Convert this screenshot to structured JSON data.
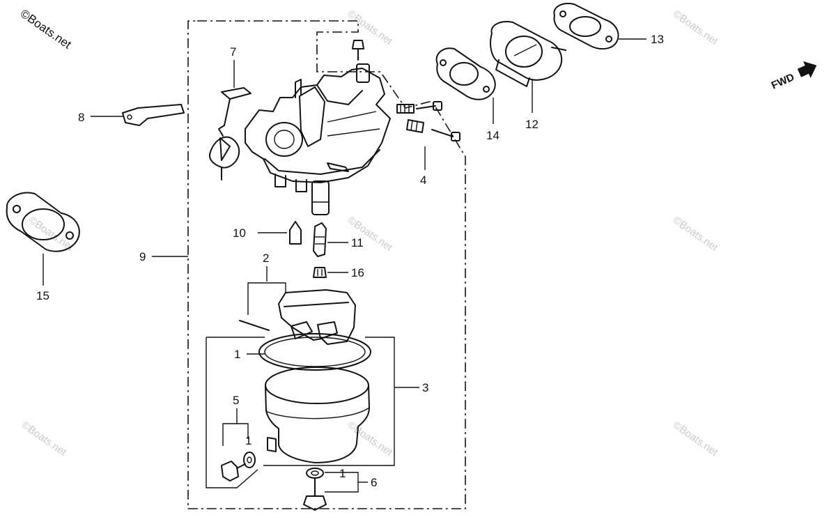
{
  "watermark": {
    "brand_text": "©Boats.net",
    "repeat_text": "©Boats.net"
  },
  "direction_indicator": {
    "label": "FWD"
  },
  "callouts": {
    "c1a": "1",
    "c1b": "1",
    "c1c": "1",
    "c2": "2",
    "c3": "3",
    "c4": "4",
    "c5": "5",
    "c6": "6",
    "c7": "7",
    "c8": "8",
    "c9": "9",
    "c10": "10",
    "c11": "11",
    "c12": "12",
    "c13": "13",
    "c14": "14",
    "c15": "15",
    "c16": "16"
  }
}
